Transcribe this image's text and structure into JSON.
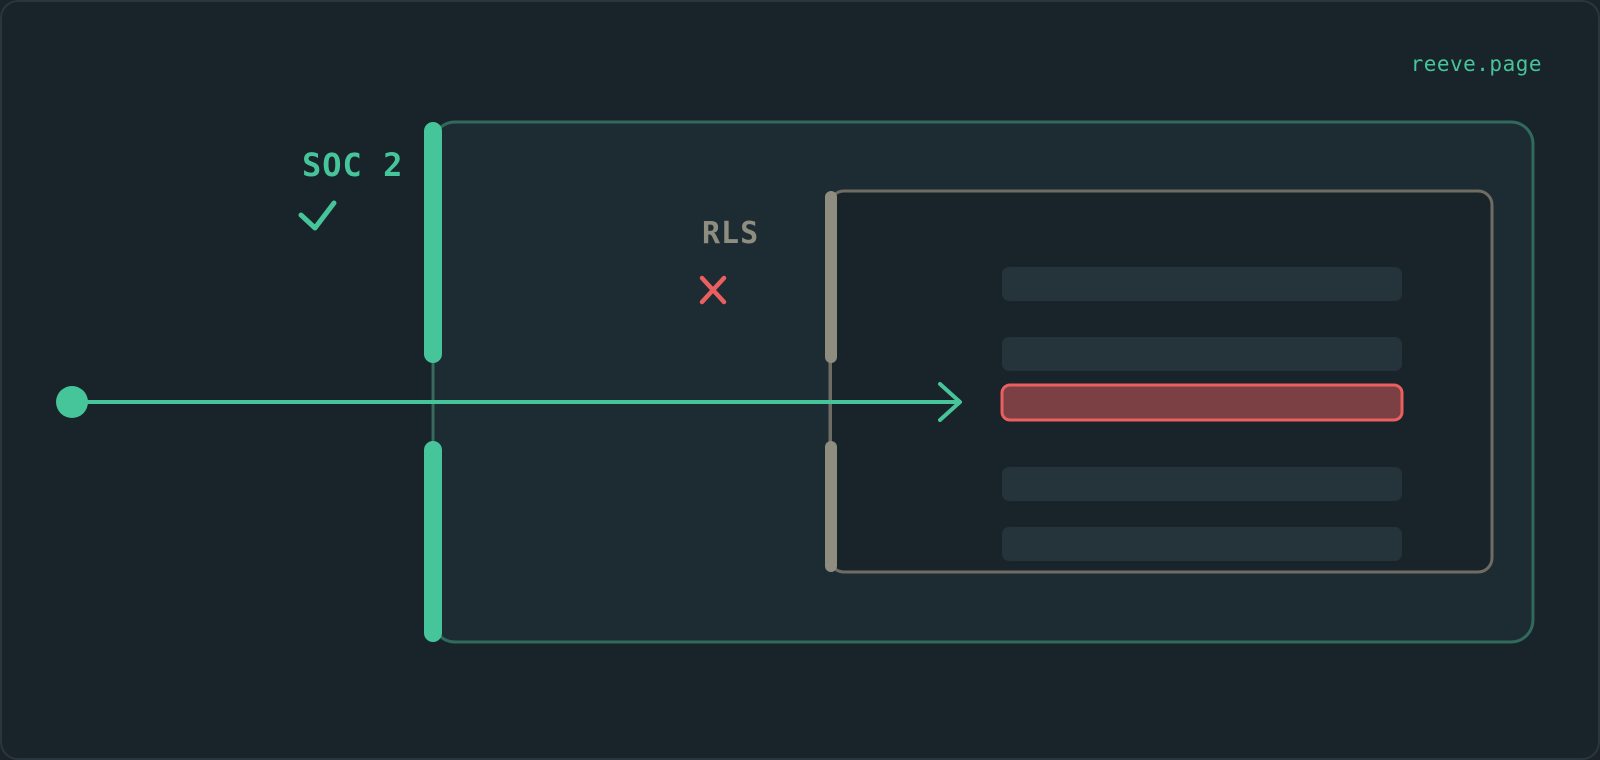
{
  "brand": {
    "text": "reeve.page"
  },
  "outer_layer": {
    "label": "SOC 2",
    "status": "passed",
    "status_icon": "check-icon",
    "color": "#46c49a"
  },
  "inner_layer": {
    "label": "RLS",
    "status": "failed",
    "status_icon": "cross-icon",
    "color": "#8f8c80"
  },
  "rows": [
    {
      "highlighted": false
    },
    {
      "highlighted": false
    },
    {
      "highlighted": true
    },
    {
      "highlighted": false
    },
    {
      "highlighted": false
    }
  ],
  "colors": {
    "background": "#18232a",
    "accent": "#46c49a",
    "muted": "#8f8c80",
    "danger": "#ea5f5f",
    "danger_fill": "#7a4043"
  }
}
